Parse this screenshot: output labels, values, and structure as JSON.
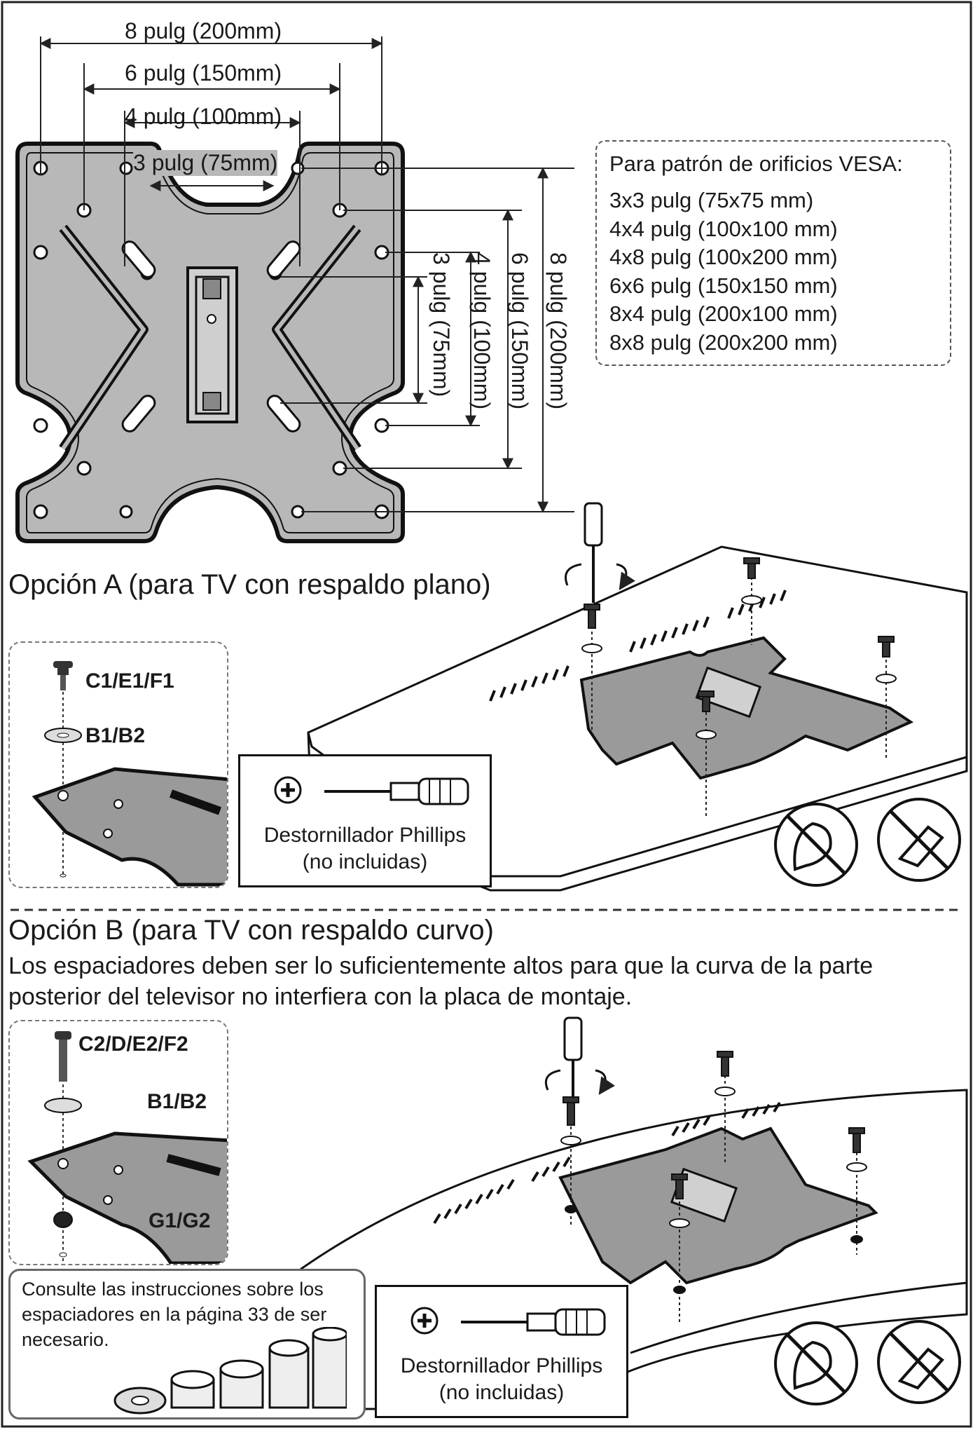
{
  "dimensions": {
    "h200": "8 pulg (200mm)",
    "h150": "6 pulg (150mm)",
    "h100": "4 pulg (100mm)",
    "h75": "3 pulg (75mm)",
    "v75": "3 pulg (75mm)",
    "v100": "4 pulg (100mm)",
    "v150": "6 pulg (150mm)",
    "v200": "8 pulg (200mm)"
  },
  "vesa": {
    "title": "Para patrón de orificios VESA:",
    "patterns": [
      "3x3 pulg (75x75 mm)",
      "4x4 pulg (100x100 mm)",
      "4x8 pulg (100x200 mm)",
      "6x6 pulg (150x150 mm)",
      "8x4 pulg (200x100 mm)",
      "8x8 pulg (200x200 mm)"
    ]
  },
  "option_a": {
    "title": "Opción A (para TV con respaldo plano)",
    "screw_label": "C1/E1/F1",
    "washer_label": "B1/B2",
    "tool_label_1": "Destornillador Phillips",
    "tool_label_2": "(no incluidas)"
  },
  "option_b": {
    "title": "Opción B (para TV con respaldo curvo)",
    "description": "Los espaciadores deben ser lo suficientemente altos para que la curva de la parte posterior del televisor no interfiera con la placa de montaje.",
    "screw_label": "C2/D/E2/F2",
    "washer_label": "B1/B2",
    "spacer_label": "G1/G2",
    "spacer_note": "Consulte las instrucciones sobre los espaciadores en la página 33 de ser necesario.",
    "tool_label_1": "Destornillador Phillips",
    "tool_label_2": "(no incluidas)"
  },
  "icons": [
    "phillips-head-icon",
    "screwdriver-icon",
    "no-power-tool-icon",
    "no-strength-icon",
    "rotate-arrows-icon"
  ],
  "colors": {
    "plate": "#b8b8b8",
    "line": "#1a1a1a",
    "tv": "#ffffff"
  }
}
